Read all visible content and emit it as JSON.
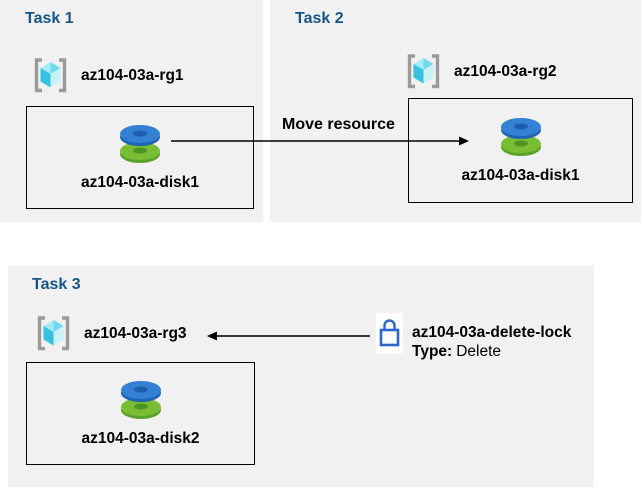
{
  "colors": {
    "page_bg": "#ffffff",
    "panel_bg": "#f1f1f1",
    "heading_blue": "#175586",
    "text_black": "#000000",
    "box_border": "#000000",
    "arrow_black": "#000000",
    "bracket_gray": "#9b9b9b",
    "cube_top_light": "#a5ecf8",
    "cube_top_dark": "#6fd9ee",
    "cube_left": "#35c1e1",
    "cube_right": "#c8f1f9",
    "disk_blue_top": "#3380d4",
    "disk_blue_side": "#1e63b5",
    "disk_blue_hole": "#1c5dad",
    "disk_green_top": "#79bd35",
    "disk_green_side": "#5aa22a",
    "disk_green_hole": "#4f9422",
    "lock_blue": "#2b66cc",
    "lock_bg": "#ffffff"
  },
  "tasks": {
    "task1": {
      "title": "Task 1",
      "resource_group": "az104-03a-rg1",
      "resource": "az104-03a-disk1"
    },
    "task2": {
      "title": "Task 2",
      "resource_group": "az104-03a-rg2",
      "resource": "az104-03a-disk1"
    },
    "task3": {
      "title": "Task 3",
      "resource_group": "az104-03a-rg3",
      "resource": "az104-03a-disk2"
    }
  },
  "arrows": {
    "move_label": "Move resource"
  },
  "lock": {
    "name": "az104-03a-delete-lock",
    "type_label": "Type:",
    "type_value": "Delete"
  },
  "icons": {
    "resource_group": "resource-group-icon",
    "disk": "disk-icon",
    "lock": "lock-icon"
  }
}
